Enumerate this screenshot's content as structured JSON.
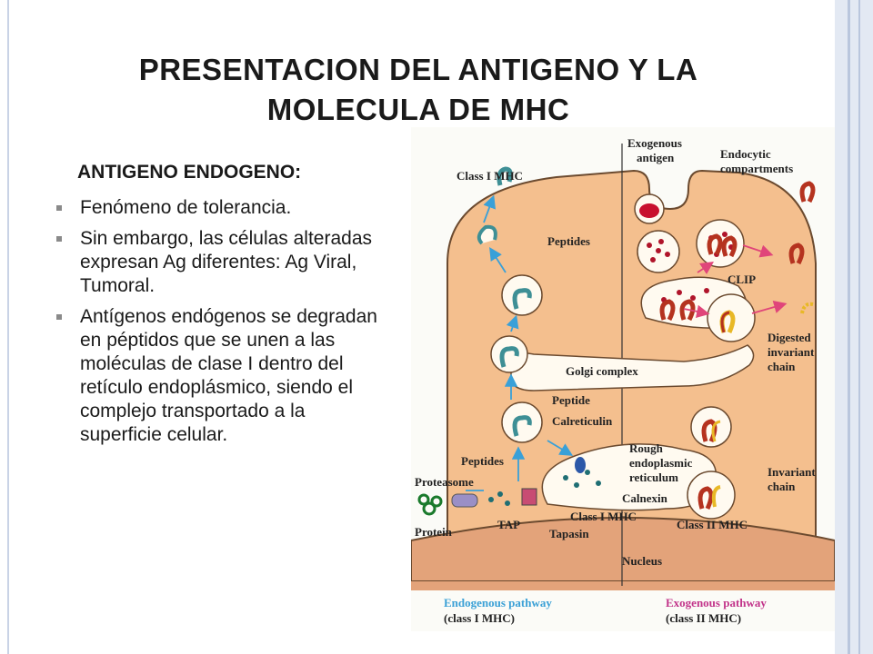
{
  "slide": {
    "title_line1": "PRESENTACION DEL ANTIGENO Y LA",
    "title_line2": "MOLECULA DE MHC",
    "subheading": "ANTIGENO ENDOGENO:",
    "bullets": [
      "Fenómeno de tolerancia.",
      "Sin embargo, las células alteradas expresan Ag diferentes: Ag Viral, Tumoral.",
      "Antígenos endógenos se degradan en péptidos que se unen a las moléculas de clase I dentro del retículo endoplásmico, siendo el complejo transportado a la superficie celular."
    ],
    "bullet_icon": "square-bullet-icon"
  },
  "figure": {
    "labels": {
      "exogenous_antigen_1": "Exogenous",
      "exogenous_antigen_2": "antigen",
      "class1_mhc": "Class I MHC",
      "endocytic_1": "Endocytic",
      "endocytic_2": "compartments",
      "peptides_top": "Peptides",
      "clip": "CLIP",
      "digested_1": "Digested",
      "digested_2": "invariant",
      "digested_3": "chain",
      "golgi": "Golgi complex",
      "peptide": "Peptide",
      "calreticulin": "Calreticulin",
      "rough_1": "Rough",
      "rough_2": "endoplasmic",
      "rough_3": "reticulum",
      "peptides_bottom": "Peptides",
      "proteasome": "Proteasome",
      "protein": "Protein",
      "tap": "TAP",
      "tapasin": "Tapasin",
      "calnexin": "Calnexin",
      "class1_mhc_er": "Class I MHC",
      "class2_mhc": "Class II MHC",
      "invariant_1": "Invariant",
      "invariant_2": "chain",
      "nucleus": "Nucleus"
    },
    "legend": {
      "endogenous_1": "Endogenous pathway",
      "endogenous_2": "(class I MHC)",
      "exogenous_1": "Exogenous pathway",
      "exogenous_2": "(class II MHC)"
    },
    "colors": {
      "cytoplasm": "#f4bf8e",
      "nucleus": "#e3a37a",
      "vesicle": "#fffaf0",
      "class1": "#3e8f95",
      "class2": "#b5331f",
      "invariant": "#e8b826",
      "endogenous_legend": "#3aa0d6",
      "exogenous_legend": "#c2348a",
      "arrow_blue": "#39a0d8",
      "arrow_pink": "#e0457a"
    }
  }
}
